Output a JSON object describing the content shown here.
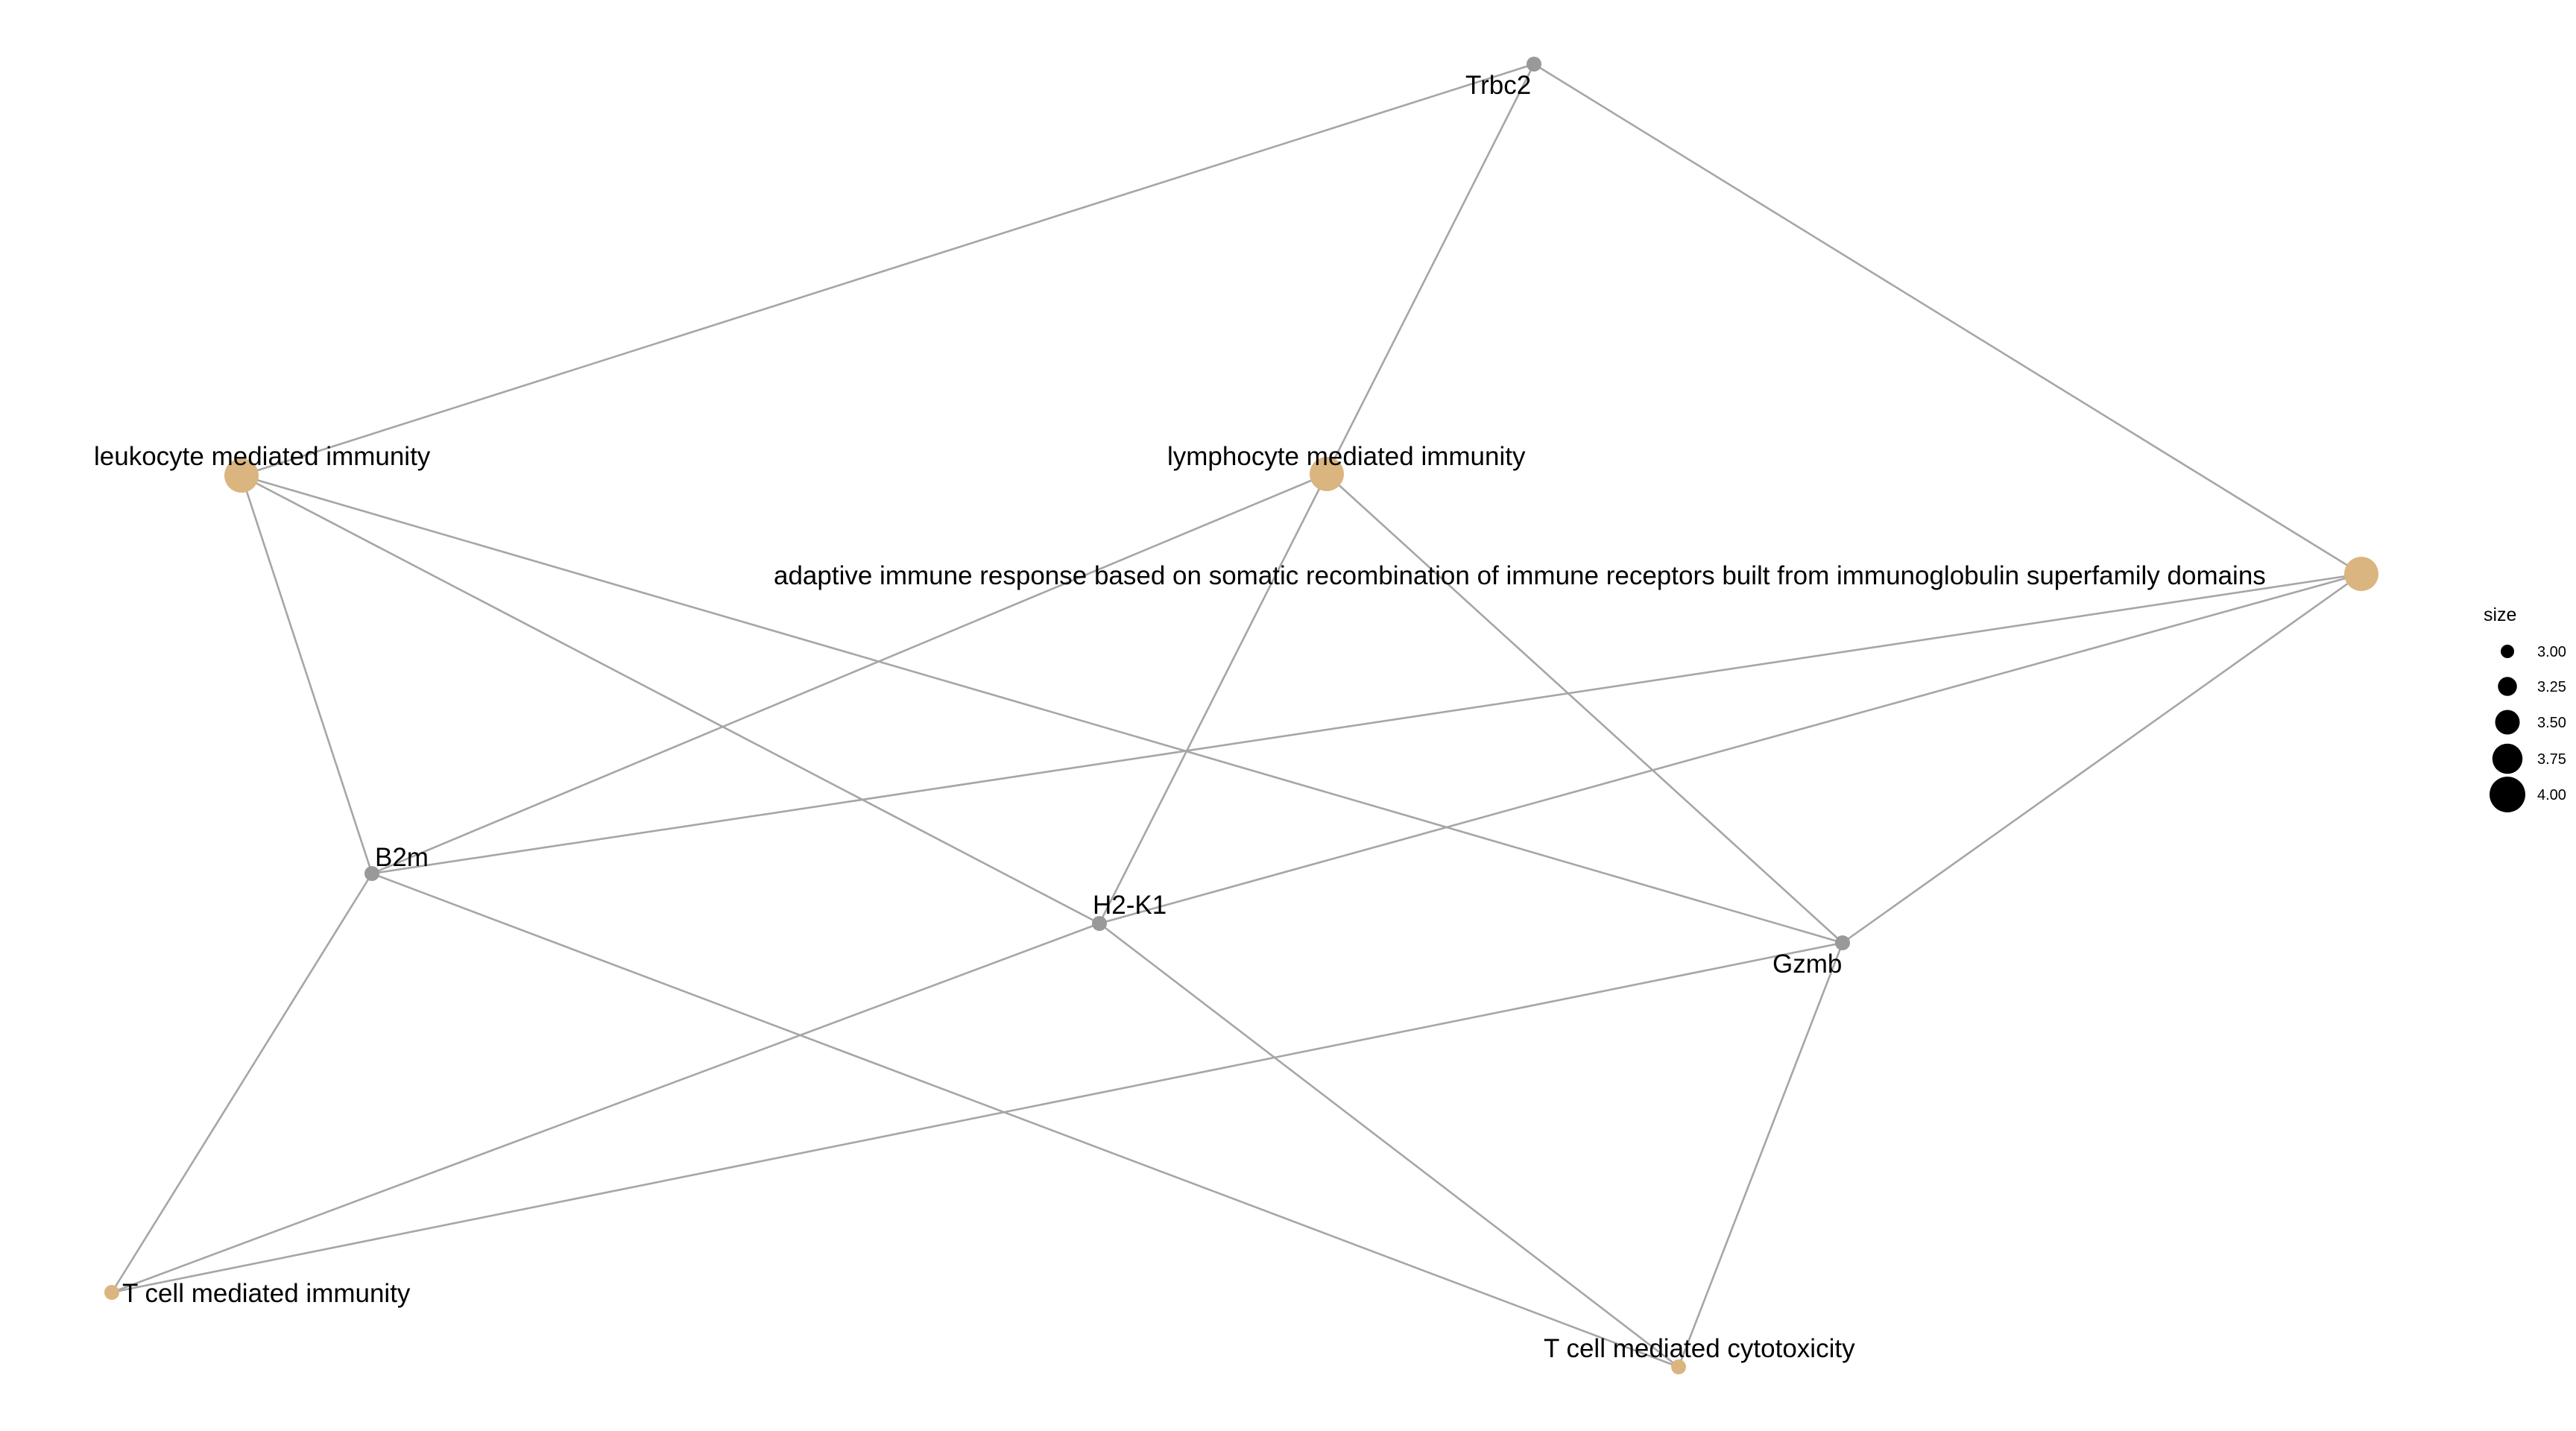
{
  "colors": {
    "background": "#ffffff",
    "edge": "#a6a6a6",
    "gene_node": "#999999",
    "term_node": "#dbb57f",
    "legend_mark": "#000000",
    "text": "#000000"
  },
  "nodes": [
    {
      "id": "trbc2",
      "label": "Trbc2",
      "kind": "gene"
    },
    {
      "id": "leukocyte",
      "label": "leukocyte mediated immunity",
      "kind": "term",
      "size": 4
    },
    {
      "id": "lymphocyte",
      "label": "lymphocyte mediated immunity",
      "kind": "term",
      "size": 4
    },
    {
      "id": "adaptive",
      "label": "adaptive immune response based on somatic recombination of immune receptors built from immunoglobulin superfamily domains",
      "kind": "term",
      "size": 4
    },
    {
      "id": "b2m",
      "label": "B2m",
      "kind": "gene"
    },
    {
      "id": "h2k1",
      "label": "H2-K1",
      "kind": "gene"
    },
    {
      "id": "gzmb",
      "label": "Gzmb",
      "kind": "gene"
    },
    {
      "id": "tcell_imm",
      "label": "T cell mediated immunity",
      "kind": "term",
      "size": 3
    },
    {
      "id": "tcell_cyto",
      "label": "T cell mediated cytotoxicity",
      "kind": "term",
      "size": 3
    }
  ],
  "edges": [
    [
      "trbc2",
      "leukocyte"
    ],
    [
      "trbc2",
      "lymphocyte"
    ],
    [
      "trbc2",
      "adaptive"
    ],
    [
      "leukocyte",
      "b2m"
    ],
    [
      "leukocyte",
      "h2k1"
    ],
    [
      "leukocyte",
      "gzmb"
    ],
    [
      "lymphocyte",
      "b2m"
    ],
    [
      "lymphocyte",
      "h2k1"
    ],
    [
      "lymphocyte",
      "gzmb"
    ],
    [
      "adaptive",
      "b2m"
    ],
    [
      "adaptive",
      "h2k1"
    ],
    [
      "adaptive",
      "gzmb"
    ],
    [
      "b2m",
      "tcell_imm"
    ],
    [
      "b2m",
      "tcell_cyto"
    ],
    [
      "h2k1",
      "tcell_imm"
    ],
    [
      "h2k1",
      "tcell_cyto"
    ],
    [
      "gzmb",
      "tcell_imm"
    ],
    [
      "gzmb",
      "tcell_cyto"
    ]
  ],
  "legend": {
    "title": "size",
    "items": [
      {
        "label": "3.00",
        "value": 3.0
      },
      {
        "label": "3.25",
        "value": 3.25
      },
      {
        "label": "3.50",
        "value": 3.5
      },
      {
        "label": "3.75",
        "value": 3.75
      },
      {
        "label": "4.00",
        "value": 4.0
      }
    ]
  }
}
